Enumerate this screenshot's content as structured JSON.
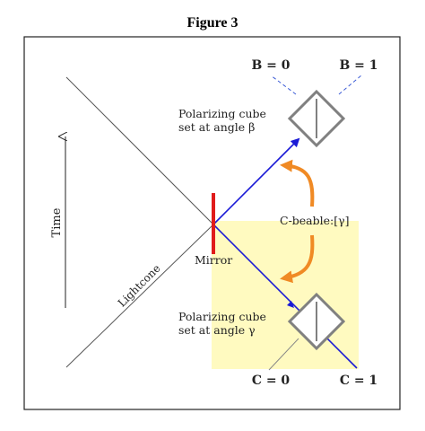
{
  "figure": {
    "title": "Figure 3"
  },
  "labels": {
    "b0": "B = 0",
    "b1": "B = 1",
    "c0": "C = 0",
    "c1": "C = 1",
    "top_cube_line1": "Polarizing cube",
    "top_cube_line2": "set at angle β",
    "bottom_cube_line1": "Polarizing cube",
    "bottom_cube_line2": "set at angle γ",
    "c_beable": "C-beable:[γ]",
    "mirror": "Mirror",
    "lightcone": "Lightcone",
    "time": "Time"
  },
  "colors": {
    "beam": "#1a1ad6",
    "mirror": "#e01b1b",
    "arrow": "#f08a24",
    "highlight": "#fffac0",
    "cube": "#808080",
    "lightcone": "#555555",
    "dashed": "#3b5bd6",
    "frame": "#222222"
  }
}
